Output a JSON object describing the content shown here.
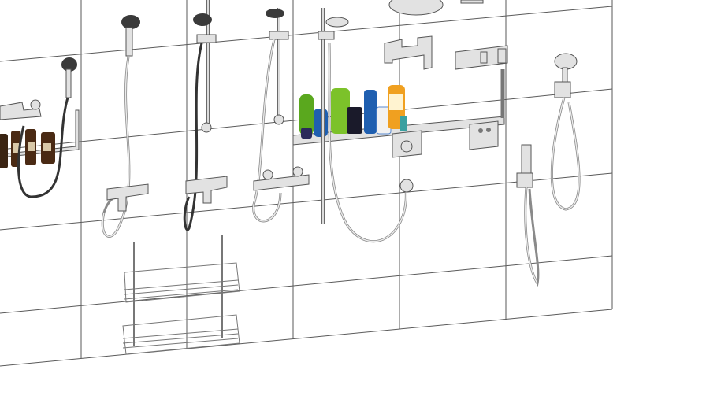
{
  "scene": {
    "description_colors": {
      "background": "#ffffff",
      "tile_lines": "#5a5a5a",
      "chrome": "#e2e2e2",
      "dark_head": "#3a3a3a",
      "bottle_green": "#5aa81e",
      "bottle_blue": "#1f5fb0",
      "bottle_amber": "#4a2a14",
      "bottle_orange": "#f0a020"
    },
    "fixtures": [
      "shower-set-1",
      "shower-set-2",
      "shower-set-3",
      "shower-set-4",
      "shower-set-5",
      "hand-shower-6",
      "hand-shower-7"
    ],
    "icons": [
      "shower-head-icon",
      "mixer-valve-icon",
      "soap-bottle-icon",
      "wire-basket-icon",
      "thermostat-icon"
    ]
  }
}
